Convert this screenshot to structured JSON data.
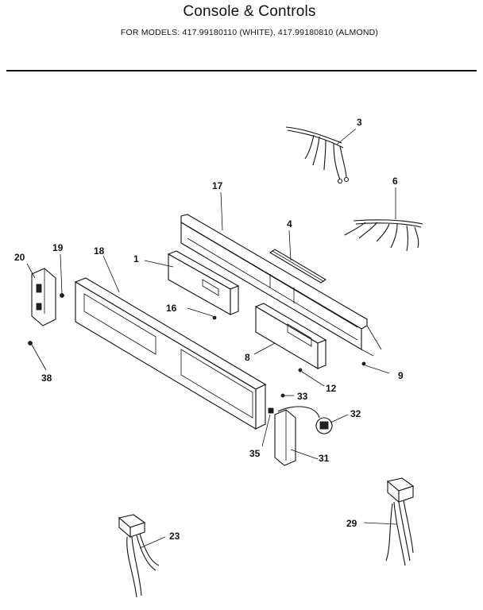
{
  "header": {
    "title": "Console & Controls",
    "subtitle": "FOR MODELS:  417.99180110 (WHITE), 417.99180810 (ALMOND)"
  },
  "parts": [
    {
      "id": "p1",
      "label": "1"
    },
    {
      "id": "p3",
      "label": "3"
    },
    {
      "id": "p4",
      "label": "4"
    },
    {
      "id": "p6",
      "label": "6"
    },
    {
      "id": "p8",
      "label": "8"
    },
    {
      "id": "p9",
      "label": "9"
    },
    {
      "id": "p12",
      "label": "12"
    },
    {
      "id": "p16",
      "label": "16"
    },
    {
      "id": "p17",
      "label": "17"
    },
    {
      "id": "p18",
      "label": "18"
    },
    {
      "id": "p19",
      "label": "19"
    },
    {
      "id": "p20",
      "label": "20"
    },
    {
      "id": "p23",
      "label": "23"
    },
    {
      "id": "p29",
      "label": "29"
    },
    {
      "id": "p31",
      "label": "31"
    },
    {
      "id": "p32",
      "label": "32"
    },
    {
      "id": "p33",
      "label": "33"
    },
    {
      "id": "p35",
      "label": "35"
    },
    {
      "id": "p38",
      "label": "38"
    }
  ]
}
